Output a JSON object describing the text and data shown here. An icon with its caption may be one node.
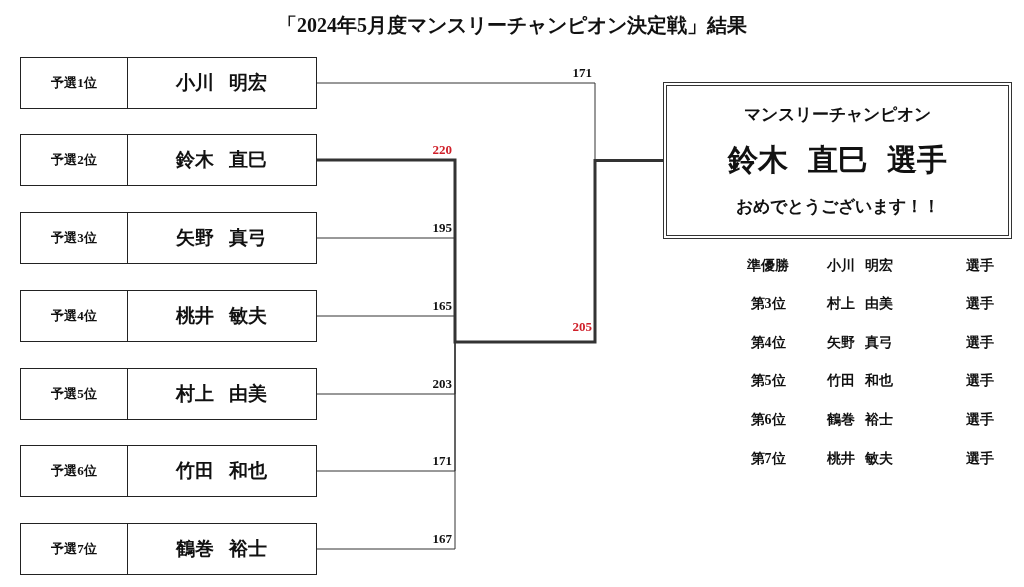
{
  "diagram": {
    "title": "「2024年5月度マンスリーチャンピオン決定戦」結果",
    "nodes": [
      {
        "text": [
          "予選1位",
          "小川 明宏"
        ]
      },
      {
        "text": [
          "予選2位",
          "鈴木 直巳"
        ]
      },
      {
        "text": [
          "予選3位",
          "矢野 真弓"
        ]
      },
      {
        "text": [
          "予選4位",
          "桃井 敏夫"
        ]
      },
      {
        "text": [
          "予選5位",
          "村上 由美"
        ]
      },
      {
        "text": [
          "予選6位",
          "竹田 和也"
        ]
      },
      {
        "text": [
          "予選7位",
          "鶴巻 裕士"
        ]
      },
      {
        "text": [
          "マンスリーチャンピオン",
          "鈴木 直巳 選手",
          "おめでとうございます！！"
        ]
      }
    ],
    "edges": [
      {
        "from": 0,
        "to": 7,
        "arrow": "none",
        "label": "171"
      },
      {
        "from": 1,
        "to": 7,
        "arrow": "none",
        "label": "220",
        "style": "thick"
      },
      {
        "from": 2,
        "to": 7,
        "arrow": "none",
        "label": "195"
      },
      {
        "from": 3,
        "to": 7,
        "arrow": "none",
        "label": "165"
      },
      {
        "from": 4,
        "to": 7,
        "arrow": "none",
        "label": "203"
      },
      {
        "from": 5,
        "to": 7,
        "arrow": "none",
        "label": "171"
      },
      {
        "from": 6,
        "to": 7,
        "arrow": "none",
        "label": "167"
      }
    ],
    "labels": [
      "205",
      "準優勝",
      "小川 明宏",
      "選手",
      "第3位",
      "村上 由美",
      "選手",
      "第4位",
      "矢野 真弓",
      "選手",
      "第5位",
      "竹田 和也",
      "選手",
      "第6位",
      "鶴巻 裕士",
      "選手",
      "第7位",
      "桃井 敏夫",
      "選手"
    ]
  }
}
